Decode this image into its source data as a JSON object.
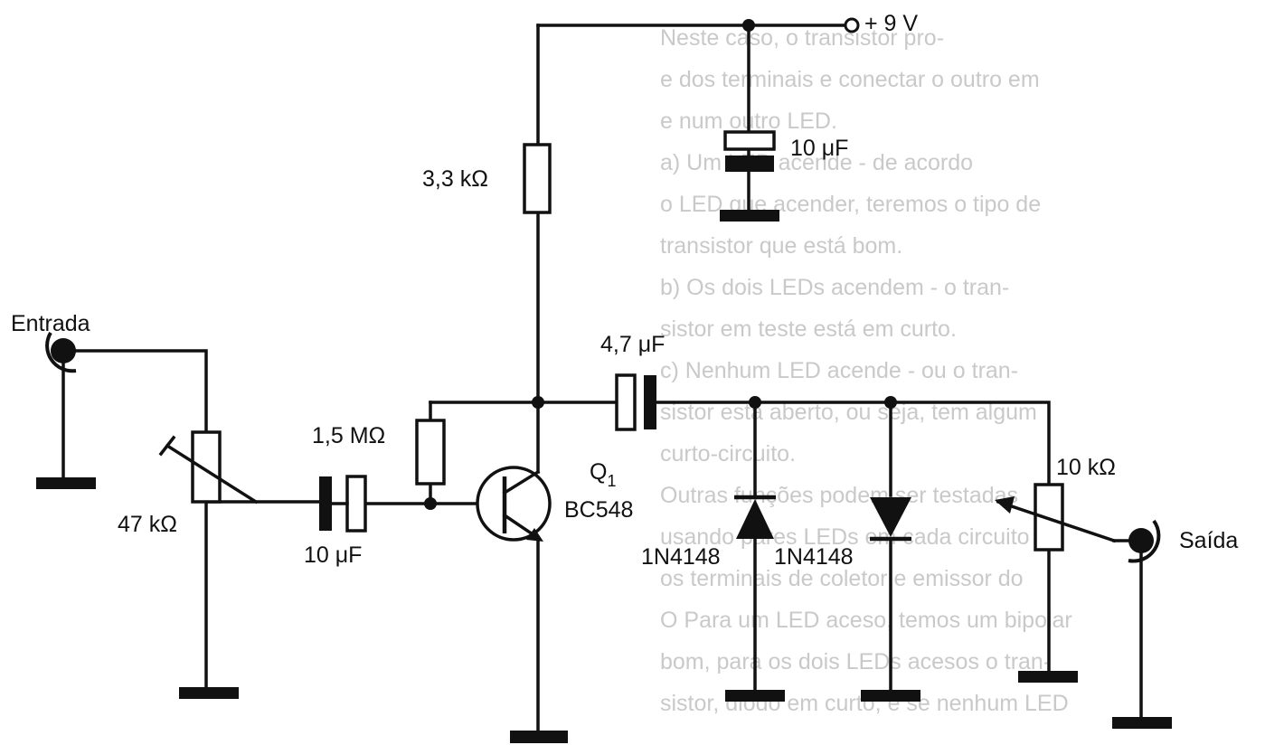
{
  "supply": {
    "label": "+ 9 V"
  },
  "labels": {
    "r_collector": "3,3 kΩ",
    "c_supply": "10 μF",
    "input": "Entrada",
    "r_bias": "1,5 MΩ",
    "c_out": "4,7 μF",
    "transistor_name": "Q",
    "transistor_sub": "1",
    "transistor_type": "BC548",
    "pot_in": "47 kΩ",
    "c_in": "10 μF",
    "diode1": "1N4148",
    "diode2": "1N4148",
    "pot_out": "10 kΩ",
    "output": "Saída"
  },
  "background_text": [
    "Neste caso, o transistor pro-",
    "e dos terminais e conectar o outro em",
    "e num outro LED.",
    "a) Um LED acende - de acordo",
    "o LED que acender, teremos o tipo de",
    "transistor que está bom.",
    "b) Os dois LEDs acendem - o tran-",
    "sistor em teste está em curto.",
    "c) Nenhum LED acende - ou o tran-",
    "sistor está aberto, ou seja, tem algum",
    "curto-circuito.",
    "Outras funções podem ser testadas",
    "usando pares LEDs em cada circuito",
    "os terminais de coletor e emissor do",
    "O Para um LED aceso, temos um bipolar",
    "bom, para os dois LEDs acesos o tran-",
    "sistor, diodo em curto, e se nenhum LED"
  ]
}
